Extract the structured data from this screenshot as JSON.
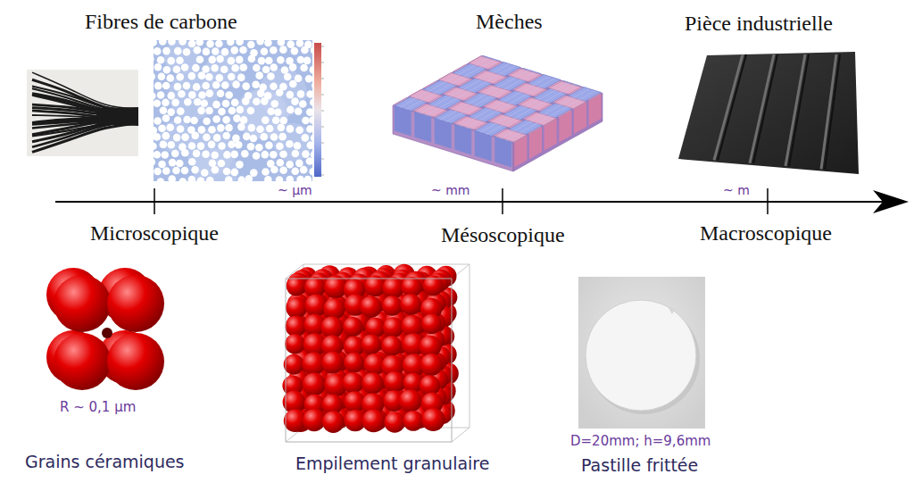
{
  "diagram": {
    "labels": [
      "Fibres de carbone",
      "Mèches",
      "Pièce industrielle",
      "~ µm",
      "~ mm",
      "~ m",
      "Microscopique",
      "Mésoscopique",
      "Macroscopique",
      "R ~ 0,1 µm",
      "D=20mm; h=9,6mm",
      "Grains céramiques",
      "Empilement granulaire",
      "Pastille frittée"
    ]
  }
}
